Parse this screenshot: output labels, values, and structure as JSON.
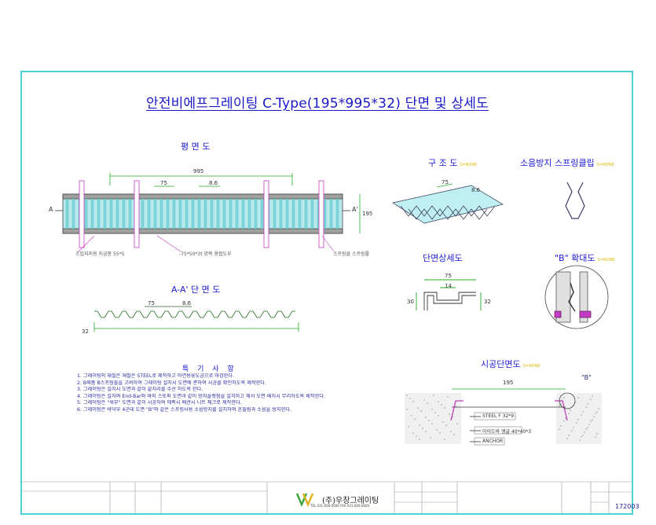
{
  "title": "안전비에프그레이팅 C-Type(195*995*32) 단면 및 상세도",
  "views": {
    "plan": "평 면 도",
    "structure": "구 조 도",
    "spring_clip": "소음방지 스프링클립",
    "section_detail": "단면상세도",
    "detail_b": "\"B\" 확대도",
    "section_aa": "A-A' 단 면 도",
    "install_section": "시공단면도",
    "scale_note": "S=NONE"
  },
  "plan_dims": {
    "length": "995",
    "pitch": "75",
    "gap": "8.6",
    "mark_a": "A",
    "mark_a2": "A'",
    "height": "195"
  },
  "plan_callouts": {
    "left": "조립지지용 지금봉 55*5",
    "middle": "-75*50*3t 양쪽 용접도부",
    "right": "스프링클 스프링롤"
  },
  "structure_dims": {
    "pitch": "75",
    "gap": "8.6"
  },
  "aa_dims": {
    "pitch": "75",
    "gap": "8.6",
    "height": "32"
  },
  "section_dims": {
    "width": "75",
    "inner": "14",
    "height": "32",
    "side": "30"
  },
  "install_dims": {
    "width": "195",
    "mark_b": "\"B\"",
    "label_steel": "STEEL F 32*9",
    "label_angle": "아이드바 앵글 40*40*3",
    "label_anchor": "ANCHOR"
  },
  "notes": {
    "title": "특 기 사 항",
    "items": [
      "1. 그레이팅의 재질은 재질은 STEEL로 제작하고 아연용융도금으로 마감한다.",
      "2. B제품 B스프링들을 고려하여 그레이팅 설치시 도면에 준하여 시공를 확인하도록 제작한다.",
      "3. 그레이팅은 설치시 도면과 같이 끝처리를 수선 하도록 한다.",
      "4. 그레이팅은 설치며 End-Bar와 바지 스토퍼 도면과 같이 방지플랫점을 설치하고 해서 도면 배치시 무리하도록 제작한다.",
      "5. 그레이팅은 \"세부\" 도면과 같이 시공하여 에폭시 배관시 니트 체크로 제작한다.",
      "6. 그레이팅은 바닥부 4군데 도면 \"B\"와 같은 스프링사용 소음방지를 설치하여 흔들림과 소음을 방지한다."
    ]
  },
  "title_block": {
    "company": "(주)우창그레이팅",
    "company_sub": "TEL 031-000-0000 FAX 031-000-0000",
    "doc_no": "172003"
  }
}
